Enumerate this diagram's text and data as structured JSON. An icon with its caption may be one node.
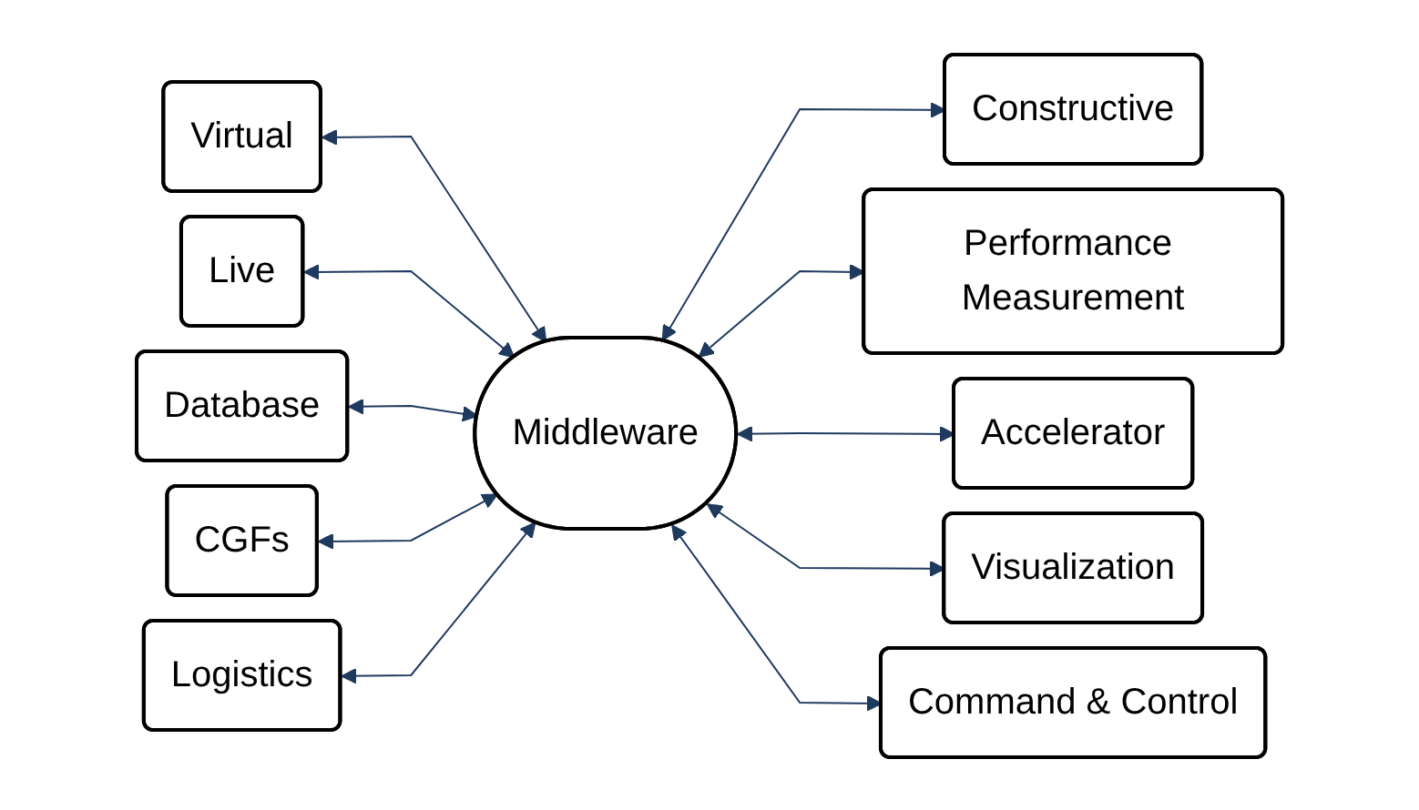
{
  "diagram": {
    "nodes": [
      {
        "text": [
          "Virtual"
        ]
      },
      {
        "text": [
          "Live"
        ]
      },
      {
        "text": [
          "Constructive"
        ]
      },
      {
        "text": [
          "Database"
        ]
      },
      {
        "text": [
          "Performance Measurement"
        ]
      },
      {
        "text": [
          "Middleware"
        ]
      },
      {
        "text": [
          "CGFs"
        ]
      },
      {
        "text": [
          "Accelerator"
        ]
      },
      {
        "text": [
          "Logistics"
        ]
      },
      {
        "text": [
          "Visualization"
        ]
      },
      {
        "text": [
          "Command & Control"
        ]
      }
    ],
    "edges": [
      {
        "from": 0,
        "to": 5,
        "arrow": "both"
      },
      {
        "from": 1,
        "to": 5,
        "arrow": "both"
      },
      {
        "from": 5,
        "to": 2,
        "arrow": "both"
      },
      {
        "from": 3,
        "to": 5,
        "arrow": "both"
      },
      {
        "from": 5,
        "to": 4,
        "arrow": "both"
      },
      {
        "from": 6,
        "to": 5,
        "arrow": "both"
      },
      {
        "from": 5,
        "to": 7,
        "arrow": "both"
      },
      {
        "from": 8,
        "to": 5,
        "arrow": "both"
      },
      {
        "from": 5,
        "to": 9,
        "arrow": "both"
      },
      {
        "from": 5,
        "to": 10,
        "arrow": "both"
      }
    ]
  }
}
